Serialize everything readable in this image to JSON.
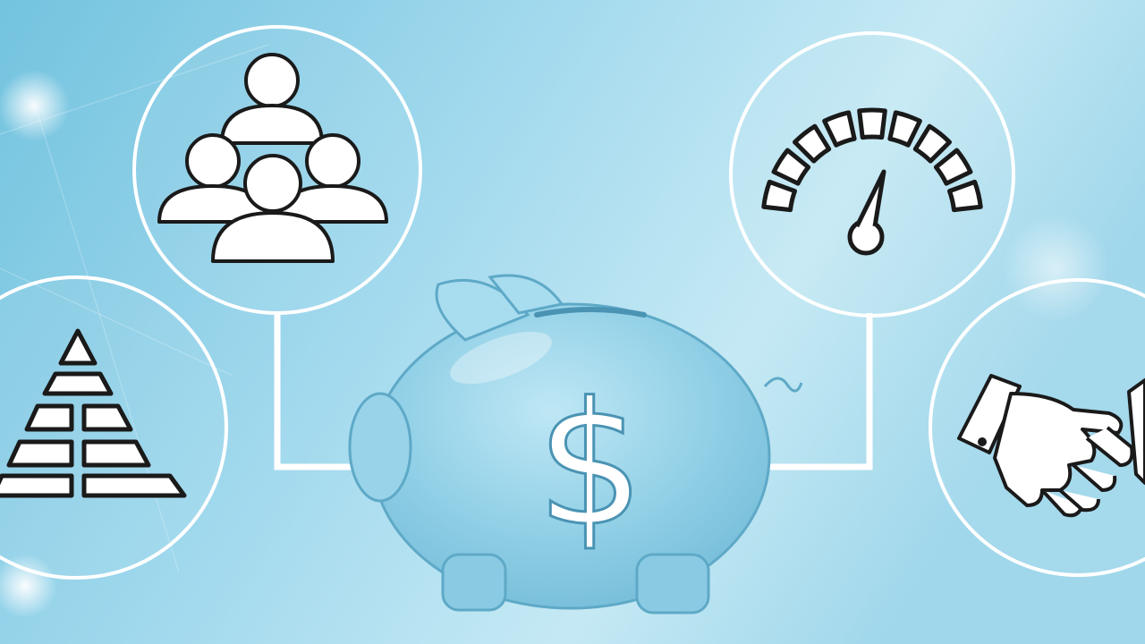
{
  "scene": {
    "background_colors": [
      "#7fcbe3",
      "#a7dcee",
      "#c4e8f3",
      "#9bd5ea"
    ],
    "line_color": "#ffffff",
    "icon_stroke_color": "#1a1a1a",
    "icon_fill_color": "#ffffff",
    "piggy_bank_color": "#8ccde6"
  },
  "center": {
    "name": "piggy-bank",
    "symbol": "$"
  },
  "nodes": [
    {
      "name": "people-group",
      "icon": "people-group-icon",
      "connected": true
    },
    {
      "name": "speedometer-gauge",
      "icon": "speedometer-icon",
      "connected": true
    },
    {
      "name": "pyramid",
      "icon": "pyramid-icon",
      "connected": false
    },
    {
      "name": "handshake",
      "icon": "handshake-icon",
      "connected": false
    }
  ]
}
